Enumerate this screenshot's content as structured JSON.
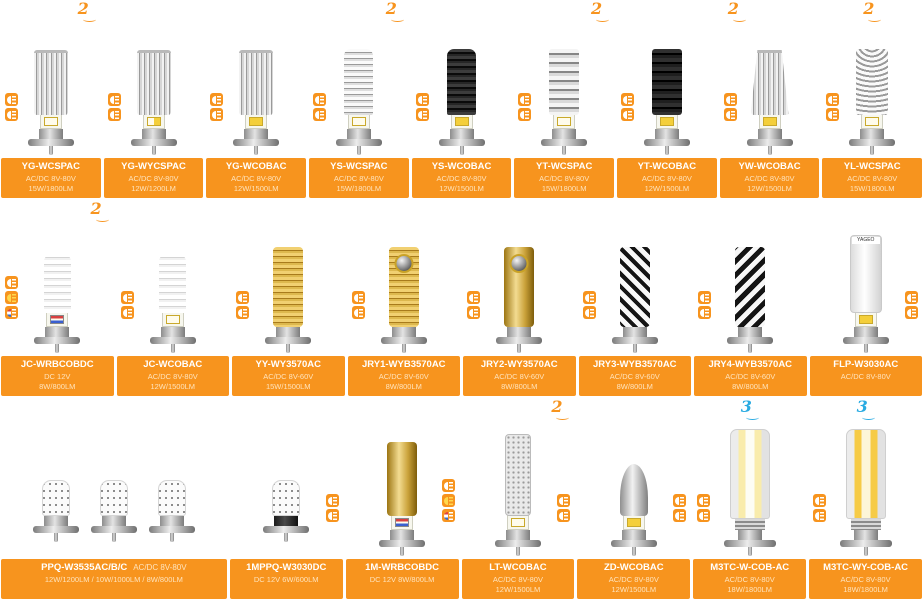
{
  "page": {
    "background": "#FFFFFF"
  },
  "colors": {
    "label_orange": "#F7941E",
    "badge_orange": "#F7941E",
    "badge_blue": "#29ABE2",
    "label_name_text": "#FFFFFF",
    "label_spec_text": "#FFE4BD"
  },
  "rows": [
    {
      "name": "row-1",
      "cells": [
        {
          "name": "YG-WCSPAC",
          "spec1": "AC/DC 8V-80V",
          "spec2": "15W/1800LM",
          "style": "fins-silver",
          "chip": "white",
          "icons": 2,
          "icon_side": "left",
          "badge": {
            "text": "2",
            "color": "#F7941E",
            "side": "right"
          }
        },
        {
          "name": "YG-WYCSPAC",
          "spec1": "AC/DC 8V-80V",
          "spec2": "12W/1200LM",
          "style": "fins-silver",
          "chip": "dual",
          "icons": 2,
          "icon_side": "left"
        },
        {
          "name": "YG-WCOBAC",
          "spec1": "AC/DC 8V-80V",
          "spec2": "12W/1500LM",
          "style": "fins-silver",
          "chip": "yellow",
          "icons": 2,
          "icon_side": "left"
        },
        {
          "name": "YS-WCSPAC",
          "spec1": "AC/DC 8V-80V",
          "spec2": "15W/1800LM",
          "style": "ridged-silver",
          "chip": "white",
          "icons": 2,
          "icon_side": "left",
          "badge": {
            "text": "2",
            "color": "#F7941E",
            "side": "right"
          }
        },
        {
          "name": "YS-WCOBAC",
          "spec1": "AC/DC 8V-80V",
          "spec2": "12W/1500LM",
          "style": "ridged-dark",
          "chip": "yellow",
          "icons": 2,
          "icon_side": "left"
        },
        {
          "name": "YT-WCSPAC",
          "spec1": "AC/DC 8V-80V",
          "spec2": "15W/1800LM",
          "style": "discs-silver",
          "chip": "white",
          "icons": 2,
          "icon_side": "left",
          "badge": {
            "text": "2",
            "color": "#F7941E",
            "side": "right"
          }
        },
        {
          "name": "YT-WCOBAC",
          "spec1": "AC/DC 8V-80V",
          "spec2": "12W/1500LM",
          "style": "discs-dark",
          "chip": "yellow",
          "icons": 2,
          "icon_side": "left"
        },
        {
          "name": "YW-WCOBAC",
          "spec1": "AC/DC 8V-80V",
          "spec2": "12W/1500LM",
          "style": "fins-silver-taper",
          "chip": "yellow",
          "icons": 2,
          "icon_side": "left",
          "badge": {
            "text": "2",
            "color": "#F7941E",
            "side": "left"
          }
        },
        {
          "name": "YL-WCSPAC",
          "spec1": "AC/DC 8V-80V",
          "spec2": "15W/1800LM",
          "style": "moire-silver",
          "chip": "white",
          "icons": 2,
          "icon_side": "left",
          "badge": {
            "text": "2",
            "color": "#F7941E",
            "side": "center"
          }
        }
      ]
    },
    {
      "name": "row-2",
      "cells": [
        {
          "name": "JC-WRBCOBDC",
          "spec1": "DC 12V",
          "spec2": "8W/800LM",
          "style": "white-ribbed",
          "chip": "rgb",
          "icons": 3,
          "icon_side": "left",
          "icon_variant": "multi",
          "badge": {
            "text": "2",
            "color": "#F7941E",
            "side": "right"
          }
        },
        {
          "name": "JC-WCOBAC",
          "spec1": "AC/DC 8V-80V",
          "spec2": "12W/1500LM",
          "style": "white-ribbed",
          "chip": "white",
          "icons": 2,
          "icon_side": "left"
        },
        {
          "name": "YY-WY3570AC",
          "spec1": "AC/DC 8V-60V",
          "spec2": "15W/1500LM",
          "style": "gold-ribbed",
          "chip": "none",
          "icons": 2,
          "icon_side": "left"
        },
        {
          "name": "JRY1-WYB3570AC",
          "spec1": "AC/DC 8V-60V",
          "spec2": "8W/800LM",
          "style": "gold-ribbed-lens",
          "chip": "none",
          "icons": 2,
          "icon_side": "left"
        },
        {
          "name": "JRY2-WY3570AC",
          "spec1": "AC/DC 8V-60V",
          "spec2": "8W/800LM",
          "style": "gold-smooth-lens",
          "chip": "none",
          "icons": 2,
          "icon_side": "left"
        },
        {
          "name": "JRY3-WYB3570AC",
          "spec1": "AC/DC 8V-60V",
          "spec2": "8W/800LM",
          "style": "bw-diamond",
          "chip": "none",
          "icons": 2,
          "icon_side": "left"
        },
        {
          "name": "JRY4-WYB3570AC",
          "spec1": "AC/DC 8V-60V",
          "spec2": "8W/800LM",
          "style": "bw-zigzag",
          "chip": "none",
          "icons": 2,
          "icon_side": "left"
        },
        {
          "name": "FLP-W3030AC",
          "spec1": "AC/DC 8V-80V",
          "spec2": "",
          "style": "white-body",
          "chip": "yellow",
          "icons": 2,
          "icon_side": "right",
          "head_label": "YAGEO"
        }
      ]
    },
    {
      "name": "row-3",
      "cells": [
        {
          "name": "PPQ-W3535AC/B/C",
          "spec1": "AC/DC 8V-80V",
          "spec2": "12W/1200LM / 10W/1000LM / 8W/800LM",
          "style": "white-dome",
          "chip": "none",
          "count": 3,
          "inline": true,
          "wide": true
        },
        {
          "name": "1MPPQ-W3030DC",
          "spec1": "DC 12V   6W/600LM",
          "spec2": "",
          "style": "white-dome",
          "chip": "none",
          "base": "dark",
          "icons": 2,
          "icon_side": "right"
        },
        {
          "name": "1M-WRBCOBDC",
          "spec1": "DC 12V   8W/800LM",
          "spec2": "",
          "style": "gold-smooth",
          "chip": "rgb",
          "icons": 3,
          "icon_side": "right",
          "icon_variant": "multi"
        },
        {
          "name": "LT-WCOBAC",
          "spec1": "AC/DC 8V-80V",
          "spec2": "12W/1500LM",
          "style": "perforated",
          "chip": "white",
          "icons": 2,
          "icon_side": "right",
          "badge": {
            "text": "2",
            "color": "#F7941E",
            "side": "right"
          }
        },
        {
          "name": "ZD-WCOBAC",
          "spec1": "AC/DC 8V-80V",
          "spec2": "12W/1500LM",
          "style": "bullet-silver",
          "chip": "yellow",
          "icons": 2,
          "icon_side": "right"
        },
        {
          "name": "M3TC-W-COB-AC",
          "spec1": "AC/DC 8V-80V",
          "spec2": "18W/1800LM",
          "style": "clear-strips-w",
          "chip": "none",
          "icons": 2,
          "icon_side": "left",
          "badge": {
            "text": "3",
            "color": "#29ABE2",
            "side": "center"
          }
        },
        {
          "name": "M3TC-WY-COB-AC",
          "spec1": "AC/DC 8V-80V",
          "spec2": "18W/1800LM",
          "style": "clear-strips-y",
          "chip": "none",
          "icons": 2,
          "icon_side": "left",
          "badge": {
            "text": "3",
            "color": "#29ABE2",
            "side": "center"
          }
        }
      ]
    }
  ]
}
